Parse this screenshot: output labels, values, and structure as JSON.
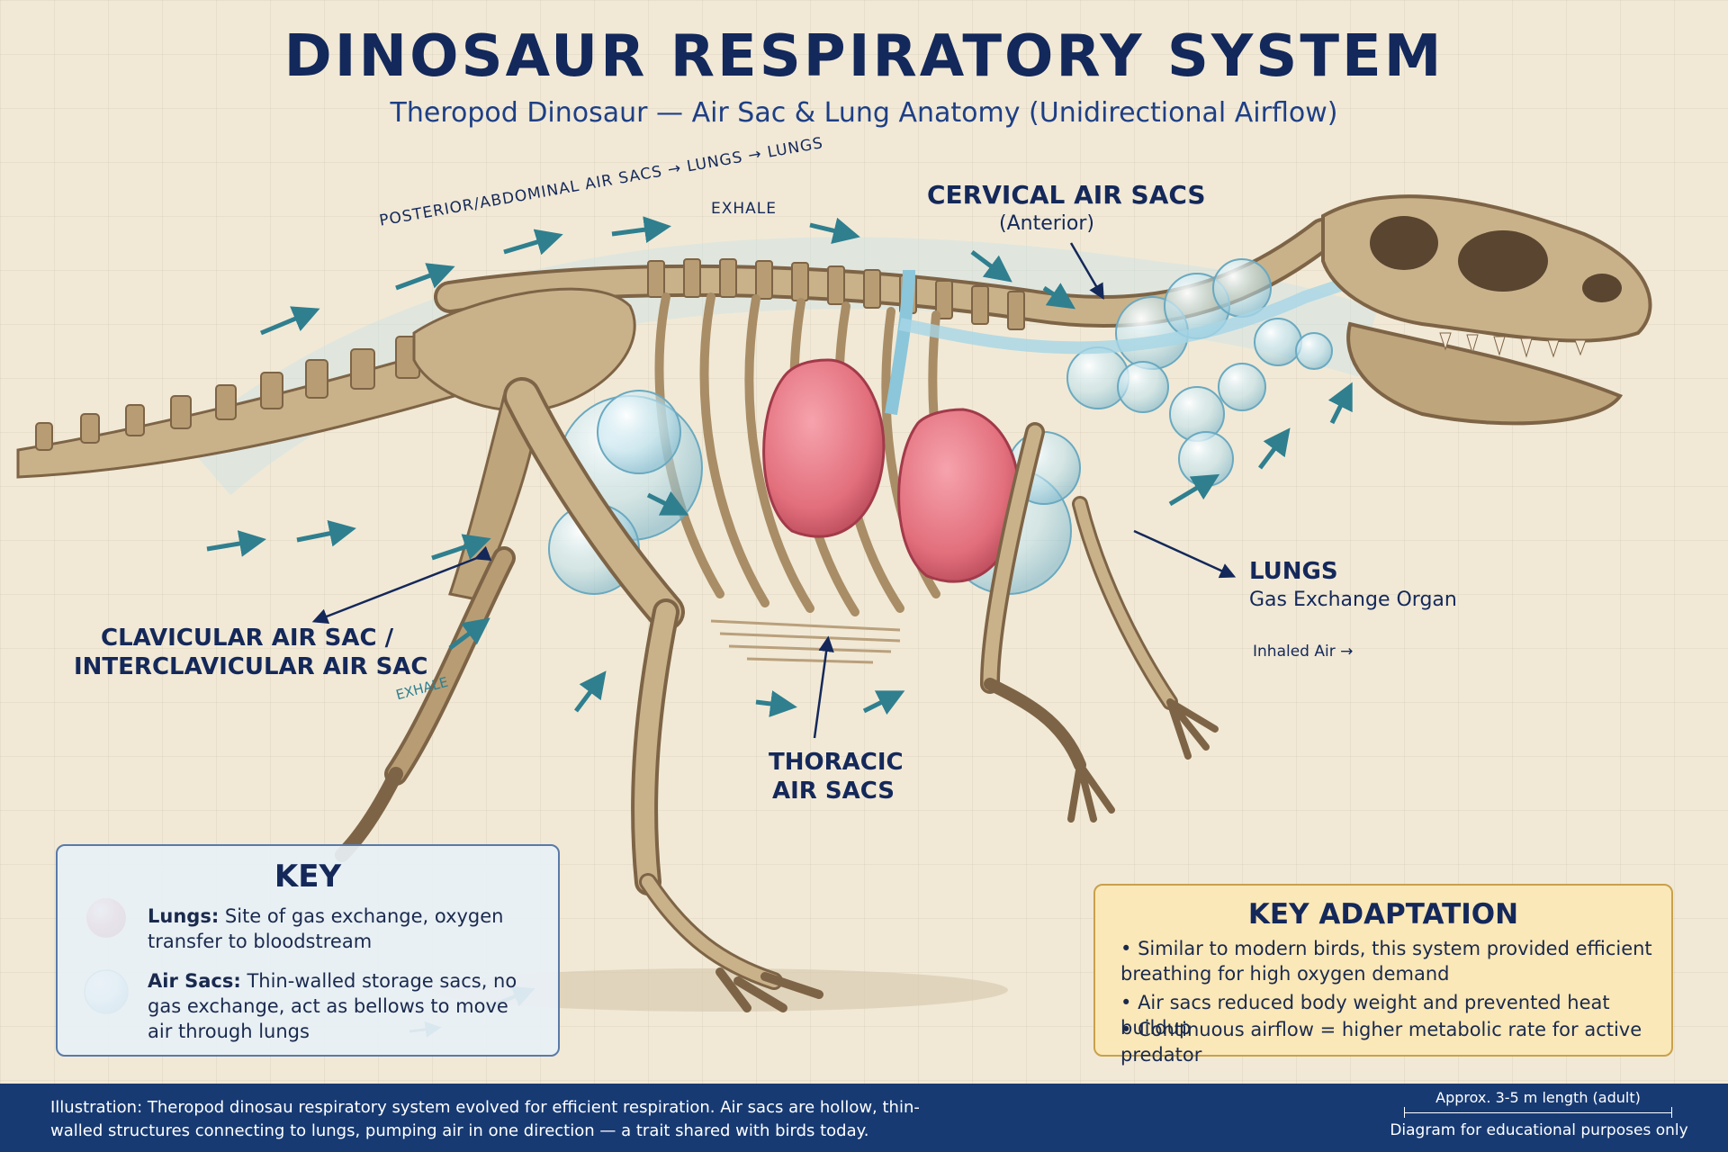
{
  "title": "DINOSAUR RESPIRATORY SYSTEM",
  "subtitle": "Theropod Dinosaur — Air Sac & Lung Anatomy (Unidirectional Airflow)",
  "labels": {
    "airflow_path": "POSTERIOR/ABDOMINAL AIR SACS → LUNGS → LUNGS",
    "airflow_exhale": "EXHALE",
    "cervical_title": "CERVICAL AIR SACS",
    "cervical_sub": "(Anterior)",
    "lungs_title": "LUNGS",
    "lungs_sub": "Gas Exchange Organ",
    "inhaled_air": "Inhaled Air →",
    "clavicular_line1": "CLAVICULAR AIR SAC /",
    "clavicular_line2": "INTERCLAVICULAR AIR SAC",
    "exhale_small": "EXHALE",
    "thoracic_line1": "THORACIC",
    "thoracic_line2": "AIR SACS"
  },
  "key": {
    "title": "KEY",
    "lungs_term": "Lungs:",
    "lungs_desc": "Site of gas exchange, oxygen transfer to bloodstream",
    "airsacs_term": "Air Sacs:",
    "airsacs_desc": "Thin-walled storage sacs, no gas exchange, act as bellows to move air through lungs"
  },
  "adaptation": {
    "title": "KEY ADAPTATION",
    "items": [
      "Similar to modern birds, this system provided efficient breathing for high oxygen demand",
      "Air sacs reduced body weight and prevented heat buildup",
      "Continuous airflow = higher metabolic rate for active predator"
    ]
  },
  "footer": {
    "caption": "Illustration: Theropod dinosau respiratory system evolved for efficient respiration. Air sacs are hollow, thin-walled structures connecting to lungs, pumping air in one direction — a trait shared with birds today.",
    "scale": "Approx. 3-5 m length (adult)",
    "note": "Diagram for educational purposes only"
  },
  "colors": {
    "bone": "#c9b28a",
    "bone_dark": "#7e6446",
    "lung": "#e26f7c",
    "air_sac": "#bfe3ef",
    "arrow": "#2f7f8f",
    "navy": "#14285a",
    "footer": "#173a73",
    "adapt_bg": "#fbe8b8"
  }
}
